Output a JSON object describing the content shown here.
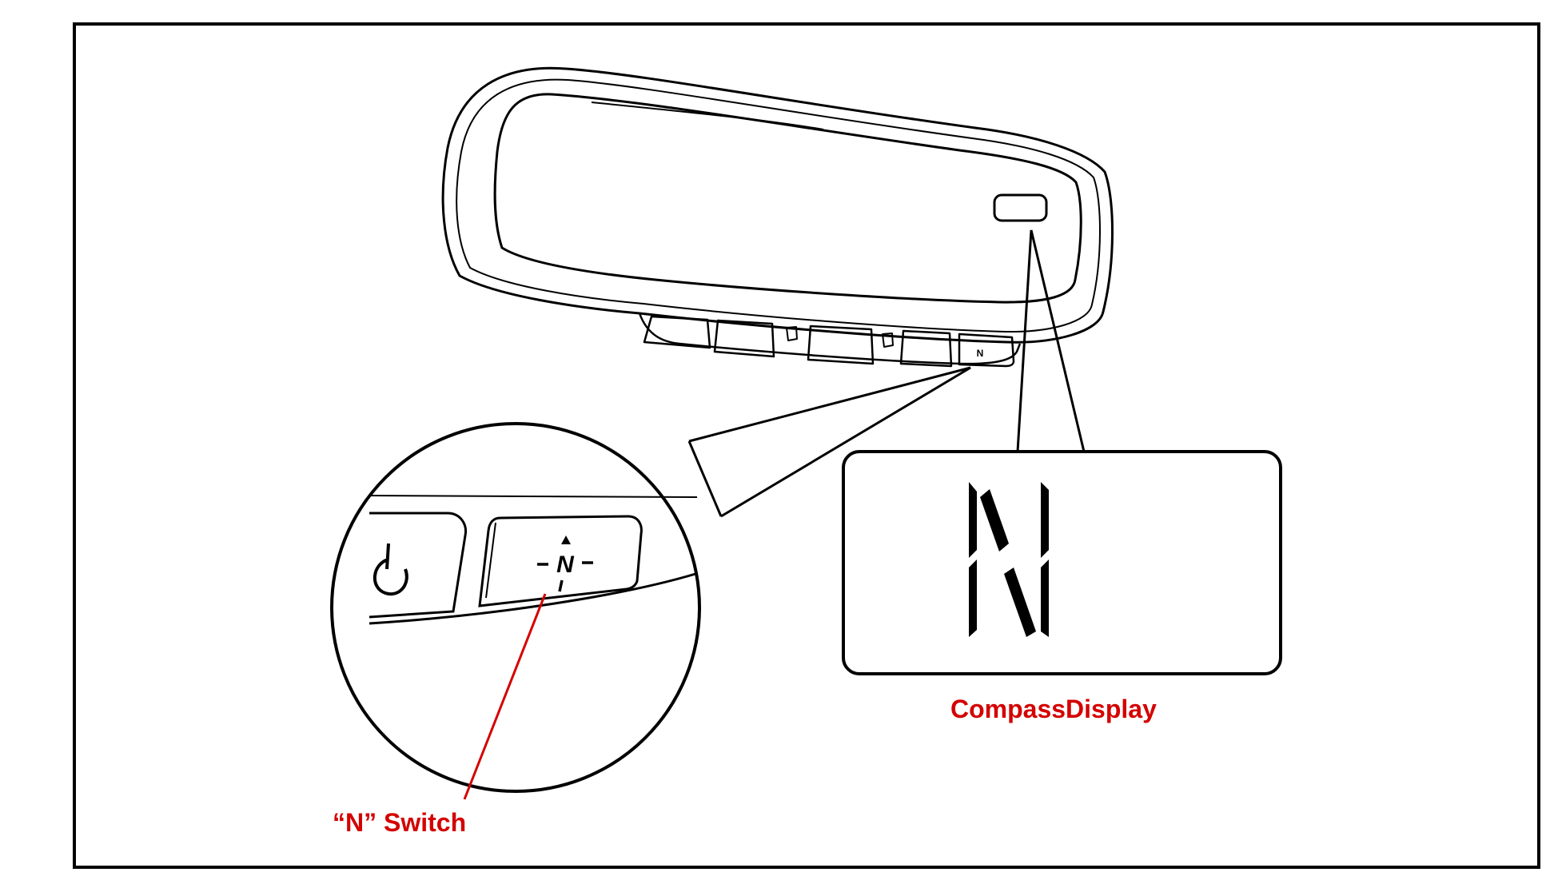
{
  "labels": {
    "n_switch": "“N” Switch",
    "compass_display": "CompassDisplay",
    "button_glyph": "N",
    "display_letter": "N"
  },
  "colors": {
    "callout_text": "#d40000",
    "leader_line": "#d40000",
    "line_art": "#000000",
    "background": "#ffffff"
  },
  "icons": {
    "power": "power-icon",
    "compass_north": "compass-north-icon"
  }
}
